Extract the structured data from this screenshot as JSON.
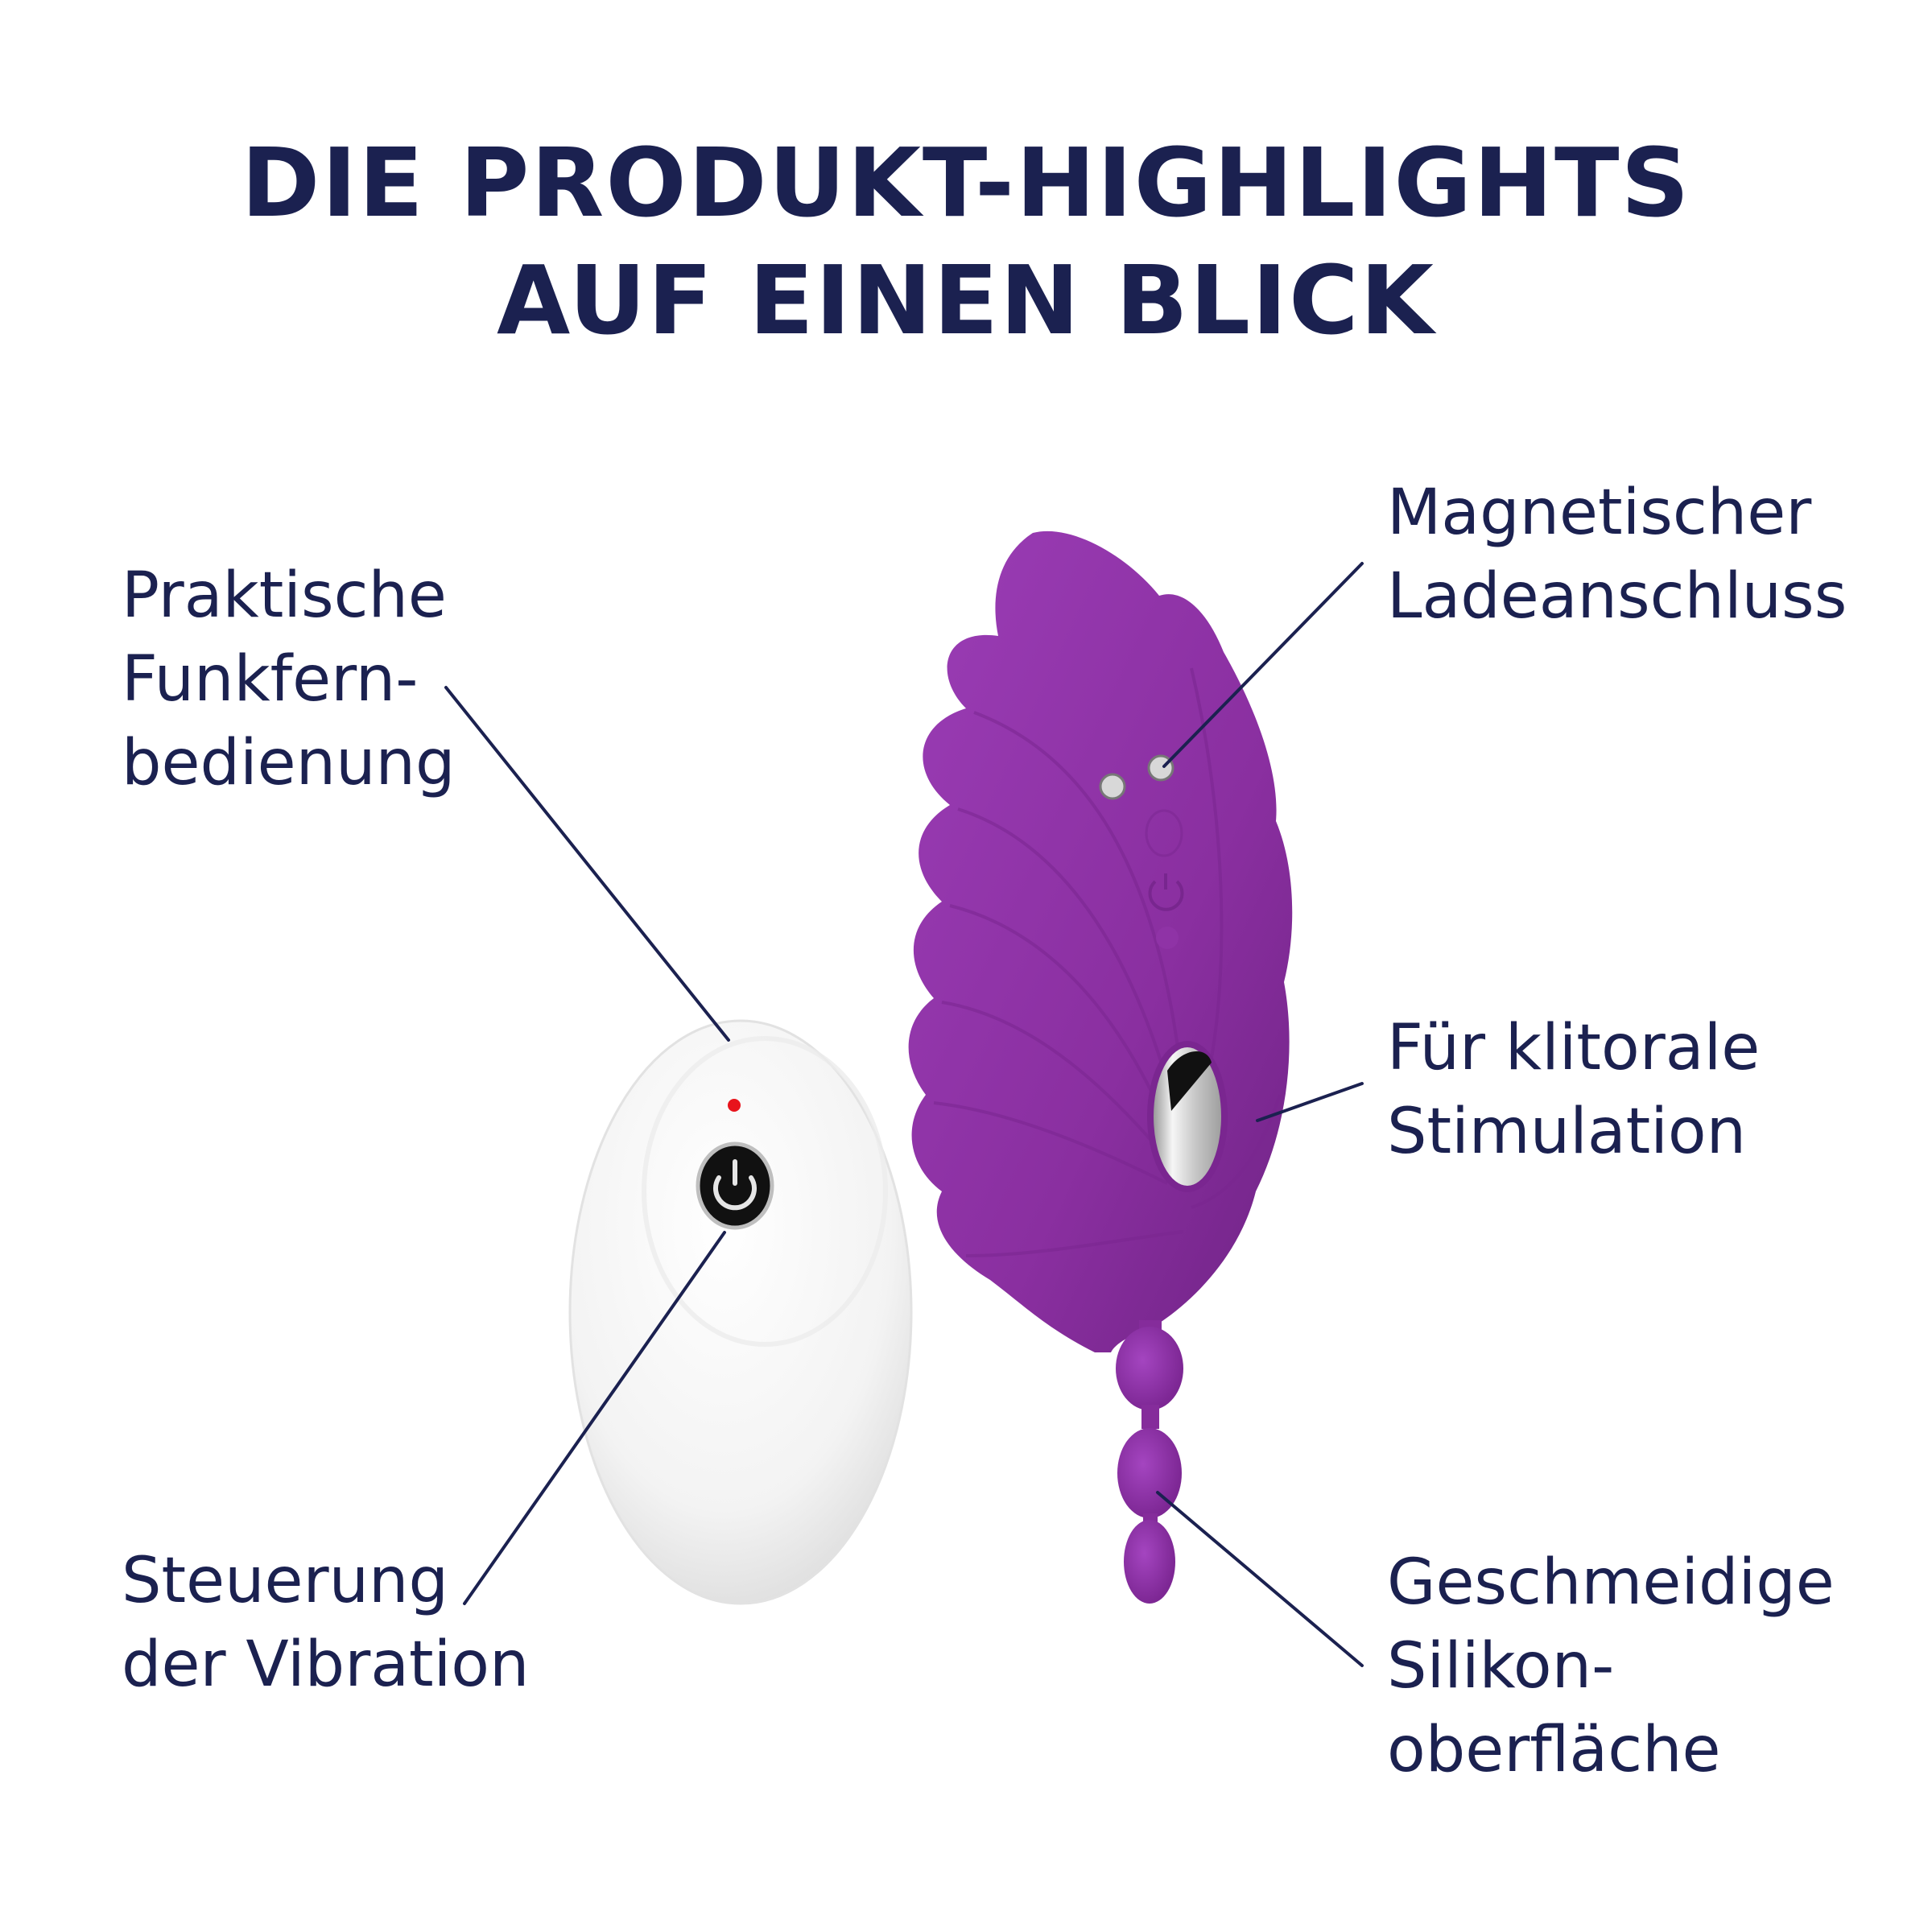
{
  "heading": {
    "line1": "DIE PRODUKT-HIGHLIGHTS",
    "line2": "AUF EINEN BLICK"
  },
  "callouts": {
    "remote": {
      "lines": [
        "Praktische",
        "Funkfern-",
        "bedienung"
      ]
    },
    "vibration_control": {
      "lines": [
        "Steuerung",
        "der Vibration"
      ]
    },
    "charging": {
      "lines": [
        "Magnetischer",
        "Ladeanschluss"
      ]
    },
    "clitoral": {
      "lines": [
        "Für klitorale",
        "Stimulation"
      ]
    },
    "silicone": {
      "lines": [
        "Geschmeidige",
        "Silikon-",
        "oberfläche"
      ]
    }
  },
  "product": {
    "remote_icon": "power-icon",
    "device_icon": "power-icon",
    "led_color": "#e8141c"
  },
  "colors": {
    "text": "#1b2150",
    "device_purple": "#8a2fa0",
    "device_purple_light": "#9b3db6",
    "device_purple_dark": "#6f2385",
    "remote_white": "#f4f4f4"
  }
}
